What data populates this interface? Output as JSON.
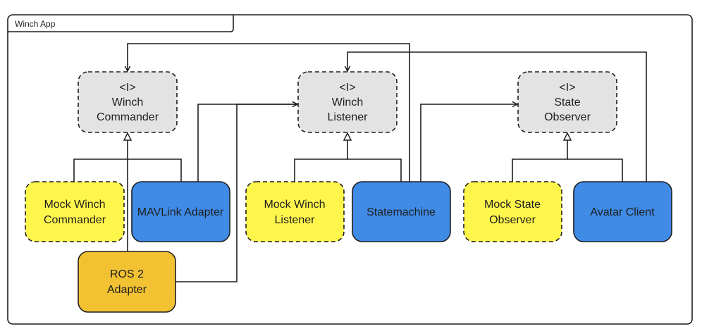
{
  "frame": {
    "label": "Winch App"
  },
  "colors": {
    "interface_fill": "#e3e3e3",
    "mock_fill": "#fff64c",
    "adapter_fill": "#3f8be6",
    "ros_fill": "#f2c233",
    "stroke": "#1f1f1f"
  },
  "nodes": {
    "winch_commander": {
      "lines": [
        "<I>",
        "Winch",
        "Commander"
      ]
    },
    "winch_listener": {
      "lines": [
        "<I>",
        "Winch",
        "Listener"
      ]
    },
    "state_observer": {
      "lines": [
        "<I>",
        "State",
        "Observer"
      ]
    },
    "mock_winch_commander": {
      "lines": [
        "Mock Winch",
        "Commander"
      ]
    },
    "mavlink_adapter": {
      "lines": [
        "MAVLink Adapter"
      ]
    },
    "mock_winch_listener": {
      "lines": [
        "Mock Winch",
        "Listener"
      ]
    },
    "statemachine": {
      "lines": [
        "Statemachine"
      ]
    },
    "mock_state_observer": {
      "lines": [
        "Mock State",
        "Observer"
      ]
    },
    "avatar_client": {
      "lines": [
        "Avatar Client"
      ]
    },
    "ros2_adapter": {
      "lines": [
        "ROS 2",
        "Adapter"
      ]
    }
  }
}
